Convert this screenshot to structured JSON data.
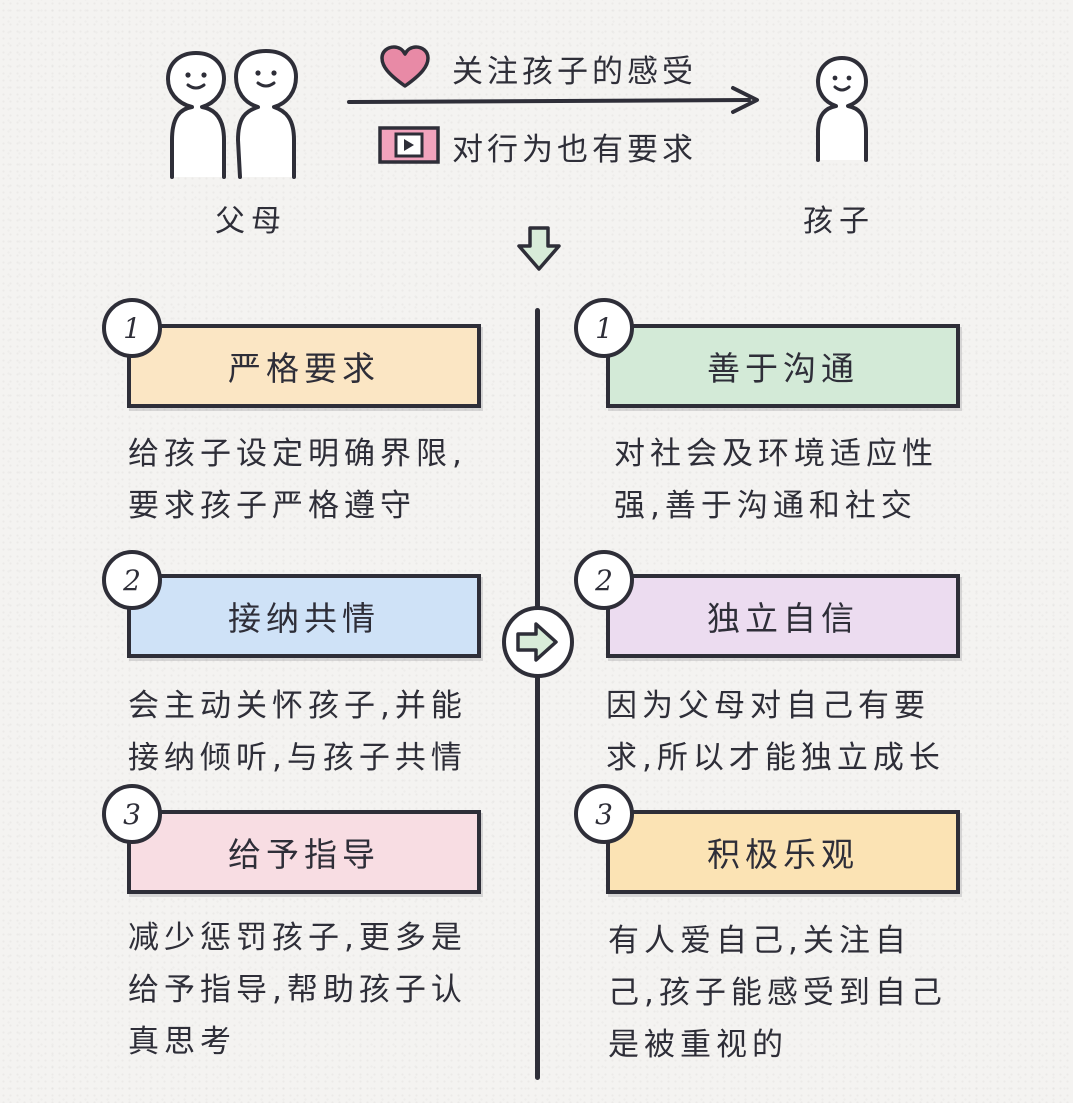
{
  "header": {
    "parents_label": "父母",
    "child_label": "孩子",
    "relation_top": "关注孩子的感受",
    "relation_bottom": "对行为也有要求",
    "icons": [
      "heart-icon",
      "play-icon",
      "arrow-right-icon",
      "arrow-down-icon"
    ]
  },
  "left_column": [
    {
      "number": "1",
      "title": "严格要求",
      "desc": "给孩子设定明确界限,\n要求孩子严格遵守",
      "color": "#fbe6c4"
    },
    {
      "number": "2",
      "title": "接纳共情",
      "desc": "会主动关怀孩子,并能\n接纳倾听,与孩子共情",
      "color": "#cfe2f7"
    },
    {
      "number": "3",
      "title": "给予指导",
      "desc": "减少惩罚孩子,更多是\n给予指导,帮助孩子认\n真思考",
      "color": "#f8dde3"
    }
  ],
  "right_column": [
    {
      "number": "1",
      "title": "善于沟通",
      "desc": "对社会及环境适应性\n强,善于沟通和社交",
      "color": "#d3ead7"
    },
    {
      "number": "2",
      "title": "独立自信",
      "desc": "因为父母对自己有要\n求,所以才能独立成长",
      "color": "#ecdcf0"
    },
    {
      "number": "3",
      "title": "积极乐观",
      "desc": "有人爱自己,关注自\n己,孩子能感受到自己\n是被重视的",
      "color": "#fbe3b4"
    }
  ],
  "center_icon": "arrow-right-circle-icon",
  "colors": {
    "ink": "#2e2e38",
    "heart": "#e88aa6",
    "play_bg": "#f2a3bd",
    "arrow_down_fill": "#d8ecd9"
  }
}
